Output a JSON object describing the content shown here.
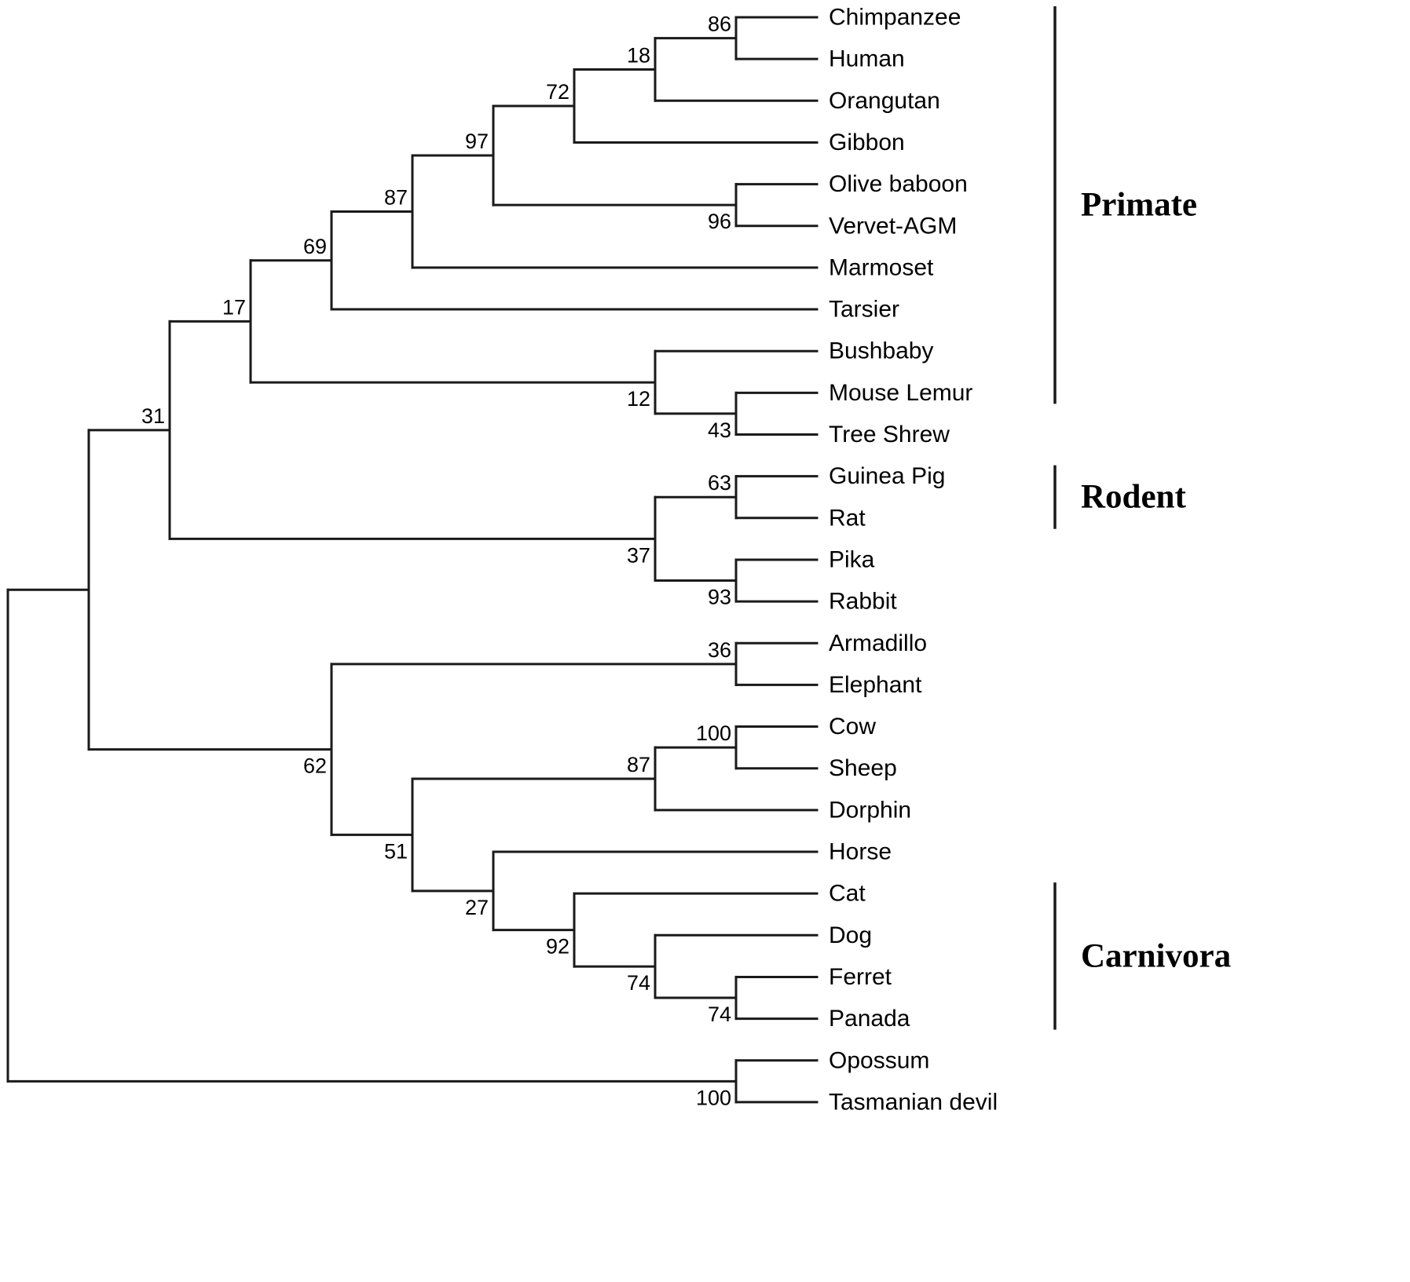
{
  "figure": {
    "line_color": "#1a1a1a",
    "text_color": "#000000",
    "background": "#ffffff"
  },
  "tree": {
    "support": null,
    "children": [
      {
        "support": null,
        "children": [
          {
            "support": "31",
            "support_pos": "above",
            "children": [
              {
                "support": "17",
                "support_pos": "above",
                "children": [
                  {
                    "support": "69",
                    "support_pos": "above",
                    "children": [
                      {
                        "support": "87",
                        "support_pos": "above",
                        "children": [
                          {
                            "support": "97",
                            "support_pos": "above",
                            "children": [
                              {
                                "support": "72",
                                "support_pos": "above",
                                "children": [
                                  {
                                    "support": "18",
                                    "support_pos": "above",
                                    "children": [
                                      {
                                        "support": "86",
                                        "support_pos": "above",
                                        "children": [
                                          {
                                            "name": "Chimpanzee"
                                          },
                                          {
                                            "name": "Human"
                                          }
                                        ]
                                      },
                                      {
                                        "name": "Orangutan"
                                      }
                                    ]
                                  },
                                  {
                                    "name": "Gibbon"
                                  }
                                ]
                              },
                              {
                                "support": "96",
                                "support_pos": "below",
                                "children": [
                                  {
                                    "name": "Olive baboon"
                                  },
                                  {
                                    "name": "Vervet-AGM"
                                  }
                                ]
                              }
                            ]
                          },
                          {
                            "name": "Marmoset"
                          }
                        ]
                      },
                      {
                        "name": "Tarsier"
                      }
                    ]
                  },
                  {
                    "support": "12",
                    "support_pos": "below",
                    "children": [
                      {
                        "name": "Bushbaby"
                      },
                      {
                        "support": "43",
                        "support_pos": "below",
                        "children": [
                          {
                            "name": "Mouse Lemur"
                          },
                          {
                            "name": "Tree Shrew"
                          }
                        ]
                      }
                    ]
                  }
                ]
              },
              {
                "support": "37",
                "support_pos": "below",
                "children": [
                  {
                    "support": "63",
                    "support_pos": "above",
                    "children": [
                      {
                        "name": "Guinea Pig"
                      },
                      {
                        "name": "Rat"
                      }
                    ]
                  },
                  {
                    "support": "93",
                    "support_pos": "below",
                    "children": [
                      {
                        "name": "Pika"
                      },
                      {
                        "name": "Rabbit"
                      }
                    ]
                  }
                ]
              }
            ]
          },
          {
            "support": "62",
            "support_pos": "below",
            "children": [
              {
                "support": "36",
                "support_pos": "above",
                "children": [
                  {
                    "name": "Armadillo"
                  },
                  {
                    "name": "Elephant"
                  }
                ]
              },
              {
                "support": "51",
                "support_pos": "below",
                "children": [
                  {
                    "support": "87",
                    "support_pos": "above",
                    "children": [
                      {
                        "support": "100",
                        "support_pos": "above",
                        "children": [
                          {
                            "name": "Cow"
                          },
                          {
                            "name": "Sheep"
                          }
                        ]
                      },
                      {
                        "name": "Dorphin"
                      }
                    ]
                  },
                  {
                    "support": "27",
                    "support_pos": "below",
                    "children": [
                      {
                        "name": "Horse"
                      },
                      {
                        "support": "92",
                        "support_pos": "below",
                        "children": [
                          {
                            "name": "Cat"
                          },
                          {
                            "support": "74",
                            "support_pos": "below",
                            "children": [
                              {
                                "name": "Dog"
                              },
                              {
                                "support": "74",
                                "support_pos": "below",
                                "children": [
                                  {
                                    "name": "Ferret"
                                  },
                                  {
                                    "name": "Panada"
                                  }
                                ]
                              }
                            ]
                          }
                        ]
                      }
                    ]
                  }
                ]
              }
            ]
          }
        ]
      },
      {
        "support": "100",
        "support_pos": "below",
        "children": [
          {
            "name": "Opossum"
          },
          {
            "name": "Tasmanian devil"
          }
        ]
      }
    ]
  },
  "groups": [
    {
      "label": "Primate",
      "first_leaf": "Chimpanzee",
      "last_leaf": "Mouse Lemur"
    },
    {
      "label": "Rodent",
      "first_leaf": "Guinea Pig",
      "last_leaf": "Rat"
    },
    {
      "label": "Carnivora",
      "first_leaf": "Cat",
      "last_leaf": "Panada"
    }
  ]
}
